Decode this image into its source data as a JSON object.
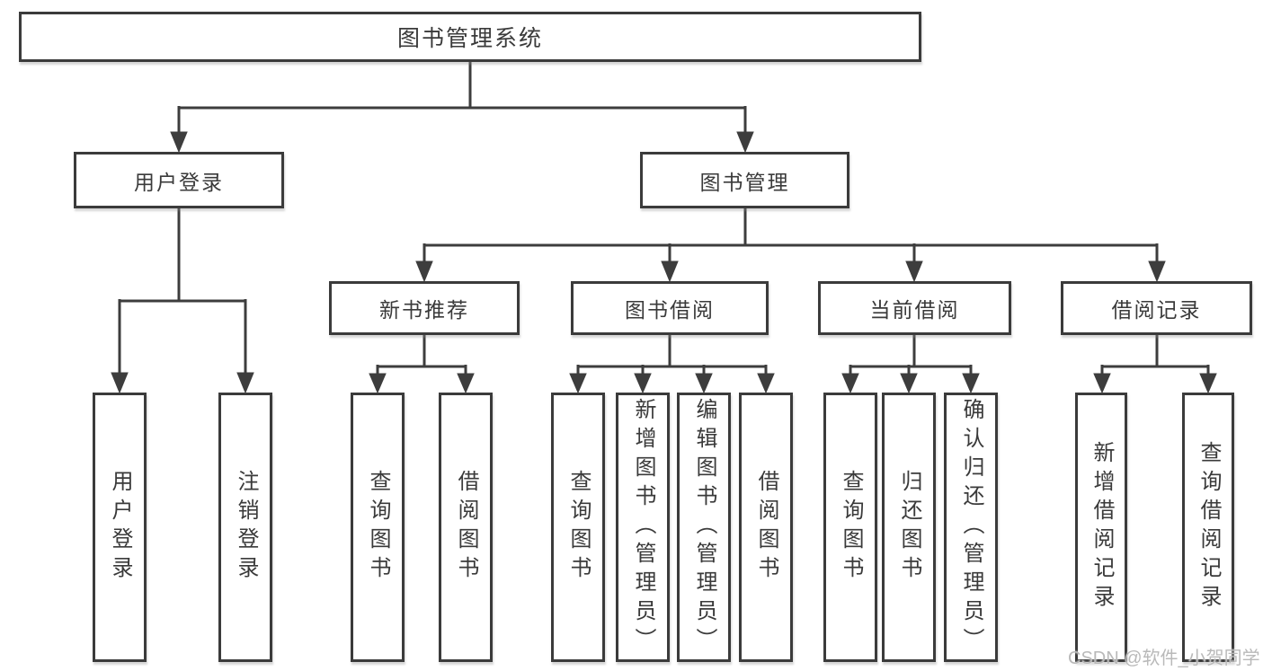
{
  "theme": {
    "background": "#ffffff",
    "line_color": "#3d3d3d",
    "box_border_color": "#3b3b3b",
    "box_fill": "#ffffff",
    "text_color": "#3a3a3a",
    "watermark_color": "#b9b9b9"
  },
  "tree": {
    "root": "图书管理系统",
    "branches": [
      {
        "label": "用户登录",
        "children": [
          "用户登录",
          "注销登录"
        ]
      },
      {
        "label": "图书管理",
        "groups": [
          {
            "label": "新书推荐",
            "children": [
              "查询图书",
              "借阅图书"
            ]
          },
          {
            "label": "图书借阅",
            "children": [
              "查询图书",
              "新增图书（管理员）",
              "编辑图书（管理员）",
              "借阅图书"
            ]
          },
          {
            "label": "当前借阅",
            "children": [
              "查询图书",
              "归还图书",
              "确认归还（管理员）"
            ]
          },
          {
            "label": "借阅记录",
            "children": [
              "新增借阅记录",
              "查询借阅记录"
            ]
          }
        ]
      }
    ]
  },
  "watermark": "CSDN @软件_小贺同学"
}
